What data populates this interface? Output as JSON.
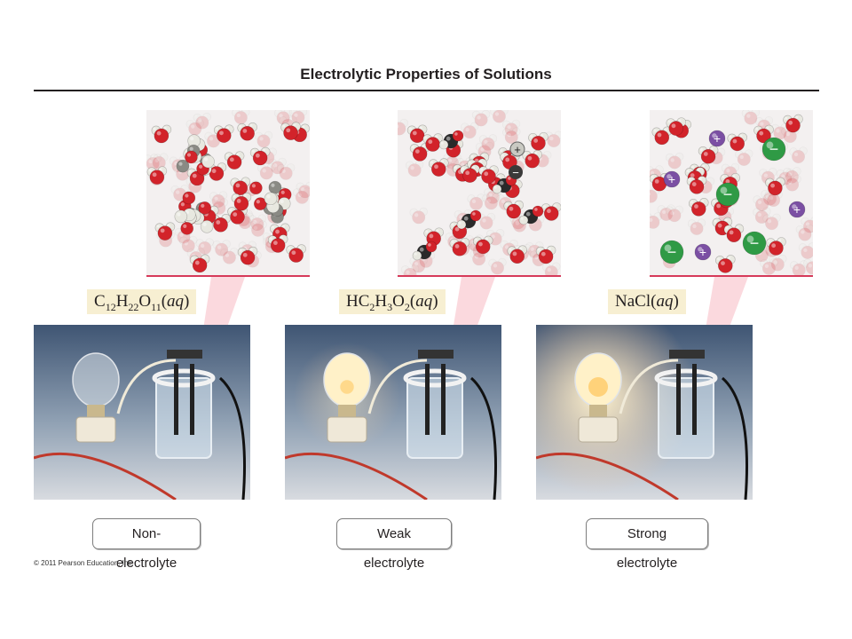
{
  "title": "Electrolytic Properties of Solutions",
  "panels": [
    {
      "formula": {
        "base1": "C",
        "sub1": "12",
        "base2": "H",
        "sub2": "22",
        "base3": "O",
        "sub3": "11",
        "state": "aq"
      },
      "label": "Non-electrolyte",
      "bulb_state": "off"
    },
    {
      "formula": {
        "base1": "HC",
        "sub1": "2",
        "base2": "H",
        "sub2": "3",
        "base3": "O",
        "sub3": "2",
        "state": "aq"
      },
      "label": "Weak electrolyte",
      "bulb_state": "dim"
    },
    {
      "formula": {
        "base1": "NaCl",
        "sub1": "",
        "base2": "",
        "sub2": "",
        "base3": "",
        "sub3": "",
        "state": "aq"
      },
      "label": "Strong electrolyte",
      "bulb_state": "bright"
    }
  ],
  "ion_symbols": {
    "plus": "+",
    "minus": "−"
  },
  "colors": {
    "oxygen": "#d2232a",
    "hydrogen": "#e8e8e0",
    "carbon": "#2a2a2a",
    "sodium": "#7b4fa3",
    "chloride": "#2f9a45",
    "accent_pink": "#f4a6b4"
  },
  "copyright": "© 2011 Pearson Education, Inc."
}
